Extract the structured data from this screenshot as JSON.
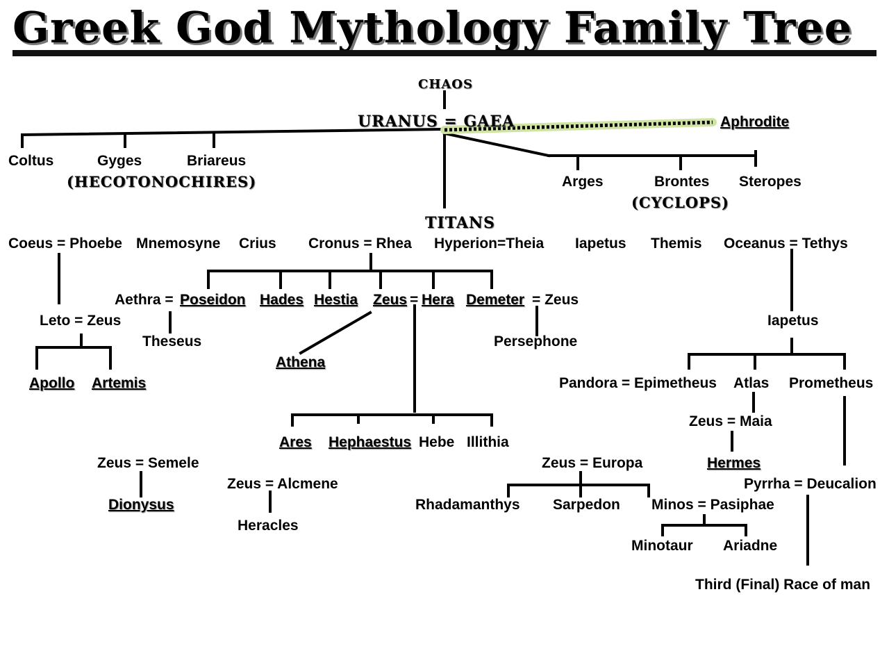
{
  "title": "Greek God Mythology Family Tree",
  "nodes": {
    "chaos": "CHAOS",
    "uranus_gaea": "URANUS = GAEA",
    "aphrodite": "Aphrodite",
    "coltus": "Coltus",
    "gyges": "Gyges",
    "briareus": "Briareus",
    "hecatonchires": "(HECOTONOCHIRES)",
    "arges": "Arges",
    "brontes": "Brontes",
    "steropes": "Steropes",
    "cyclops": "(CYCLOPS)",
    "titans": "TITANS",
    "coeus_phoebe": "Coeus = Phoebe",
    "mnemosyne": "Mnemosyne",
    "crius": "Crius",
    "cronus_rhea": "Cronus = Rhea",
    "hyperion_theia": "Hyperion=Theia",
    "iapetus_titan": "Iapetus",
    "themis": "Themis",
    "oceanus_tethys": "Oceanus = Tethys",
    "aethra_eq": "Aethra =",
    "poseidon": "Poseidon",
    "hades": "Hades",
    "hestia": "Hestia",
    "zeus": "Zeus",
    "eq": "=",
    "hera": "Hera",
    "demeter": "Demeter",
    "eq_zeus": "= Zeus",
    "leto_zeus": "Leto = Zeus",
    "theseus": "Theseus",
    "athena": "Athena",
    "persephone": "Persephone",
    "iapetus": "Iapetus",
    "apollo": "Apollo",
    "artemis": "Artemis",
    "pandora_epimetheus": "Pandora = Epimetheus",
    "atlas": "Atlas",
    "prometheus": "Prometheus",
    "zeus_maia": "Zeus = Maia",
    "ares": "Ares",
    "hephaestus": "Hephaestus",
    "hebe": "Hebe",
    "illithia": "Illithia",
    "zeus_semele": "Zeus = Semele",
    "zeus_europa": "Zeus = Europa",
    "hermes": "Hermes",
    "zeus_alcmene": "Zeus = Alcmene",
    "pyrrha_deucalion": "Pyrrha = Deucalion",
    "dionysus": "Dionysus",
    "rhadamanthys": "Rhadamanthys",
    "sarpedon": "Sarpedon",
    "minos_pasiphae": "Minos = Pasiphae",
    "heracles": "Heracles",
    "minotaur": "Minotaur",
    "ariadne": "Ariadne",
    "third_race": "Third (Final) Race of man"
  },
  "colors": {
    "line": "#000000",
    "aphrodite_link_glow": "#cfe3a2"
  }
}
